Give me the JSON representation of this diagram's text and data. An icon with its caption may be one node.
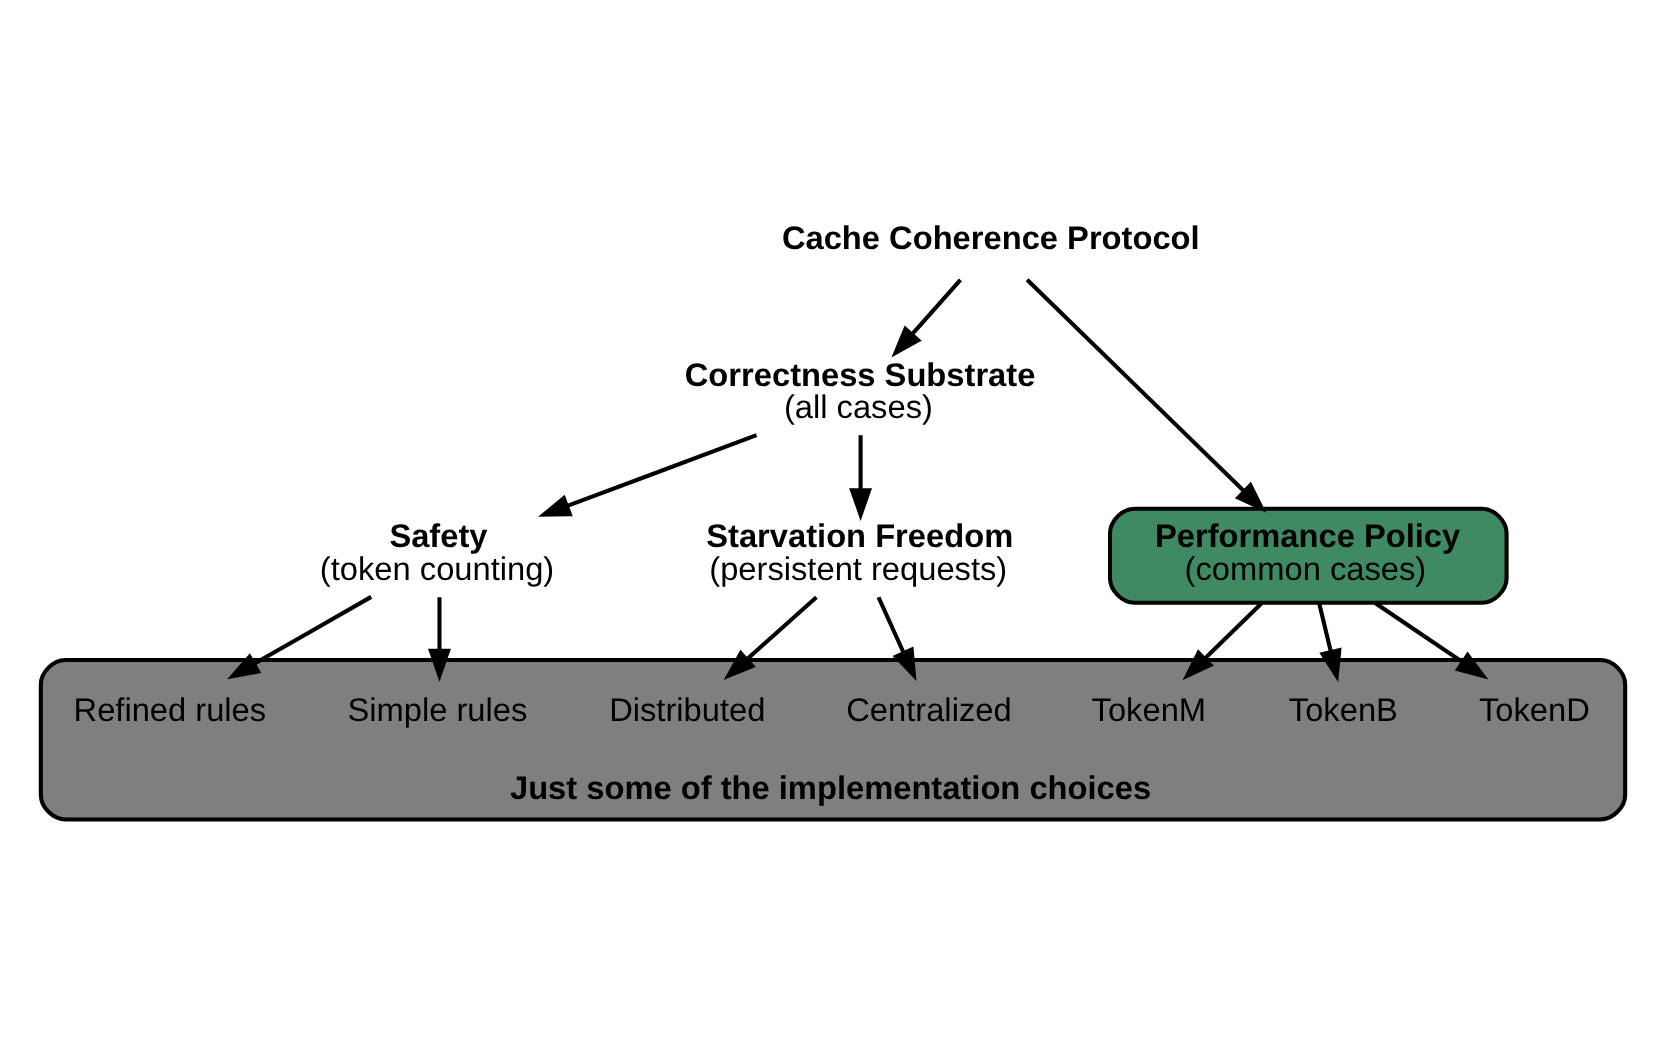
{
  "diagram": {
    "nodes": [
      {
        "text": [
          "Cache Coherence Protocol"
        ]
      },
      {
        "text": [
          "Correctness Substrate",
          "(all cases)"
        ]
      },
      {
        "text": [
          "Performance Policy",
          "(common cases)"
        ]
      },
      {
        "text": [
          "Safety",
          "(token counting)"
        ]
      },
      {
        "text": [
          "Starvation Freedom",
          "(persistent requests)"
        ]
      },
      {
        "text": [
          "Just some of the implementation choices"
        ]
      },
      {
        "text": [
          "Simple rules"
        ],
        "in": 5
      },
      {
        "text": [
          "Refined rules"
        ],
        "in": 5
      },
      {
        "text": [
          "Centralized"
        ],
        "in": 5
      },
      {
        "text": [
          "Distributed"
        ],
        "in": 5
      },
      {
        "text": [
          "TokenB"
        ],
        "in": 5
      },
      {
        "text": [
          "TokenM"
        ],
        "in": 5
      },
      {
        "text": [
          "TokenD"
        ],
        "in": 5
      }
    ],
    "edges": [
      {
        "from": 0,
        "to": 1,
        "arrow": "to"
      },
      {
        "from": 0,
        "to": 2,
        "arrow": "to"
      },
      {
        "from": 1,
        "to": 3,
        "arrow": "to"
      },
      {
        "from": 1,
        "to": 4,
        "arrow": "to"
      },
      {
        "from": 3,
        "to": 6,
        "arrow": "to"
      },
      {
        "from": 3,
        "to": 7,
        "arrow": "to"
      },
      {
        "from": 4,
        "to": 8,
        "arrow": "to"
      },
      {
        "from": 4,
        "to": 9,
        "arrow": "to"
      },
      {
        "from": 2,
        "to": 10,
        "arrow": "to"
      },
      {
        "from": 2,
        "to": 11,
        "arrow": "to"
      },
      {
        "from": 2,
        "to": 12,
        "arrow": "to"
      }
    ]
  }
}
